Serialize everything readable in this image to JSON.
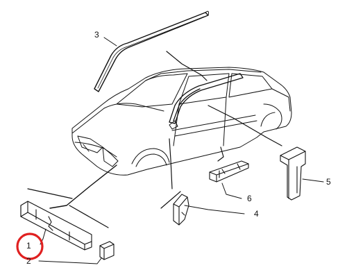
{
  "diagram": {
    "callouts": {
      "c1": "1",
      "c2": "2",
      "c3": "3",
      "c4": "4",
      "c5": "5",
      "c6": "6"
    },
    "highlight_color": "#e02020",
    "line_color": "#111111"
  }
}
